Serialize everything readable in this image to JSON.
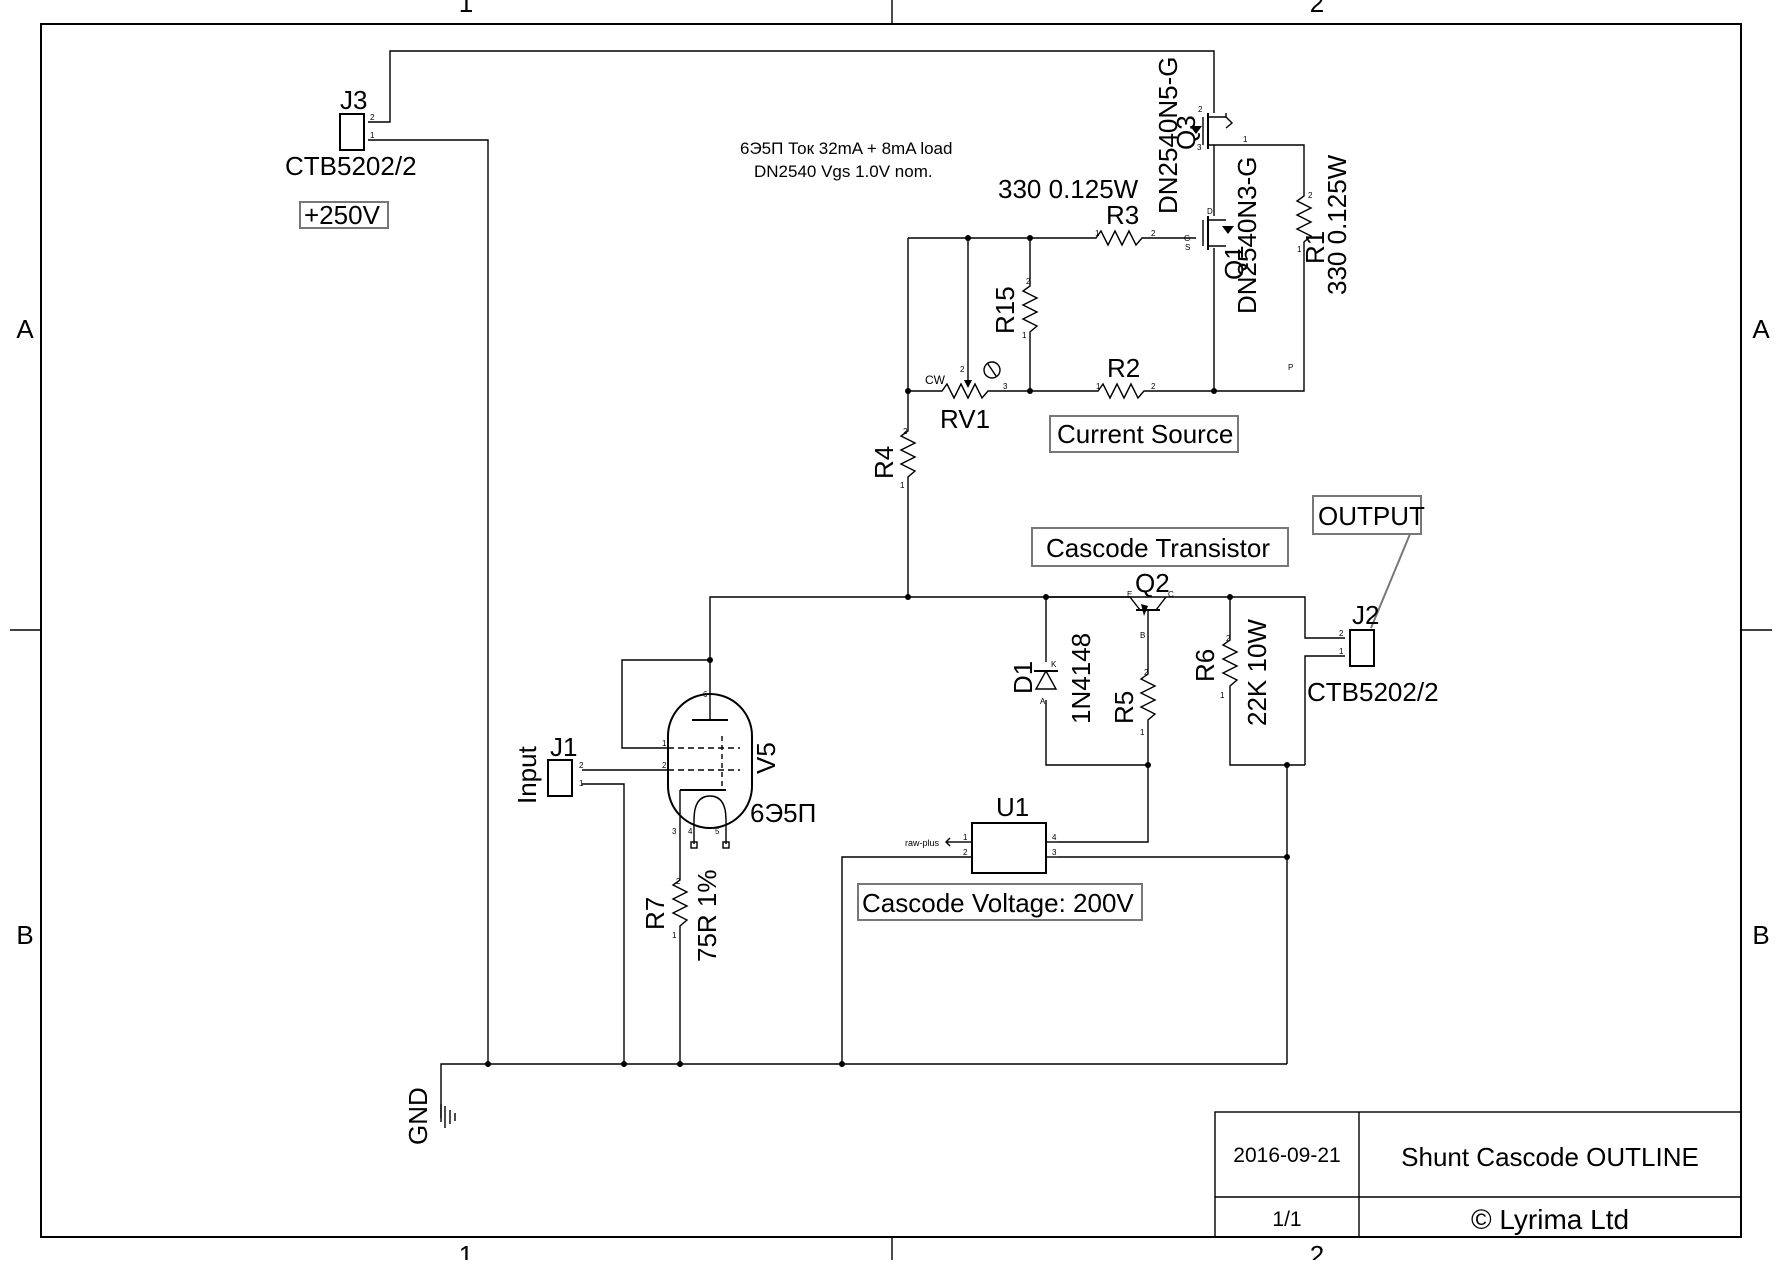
{
  "sheet": {
    "columns": [
      "1",
      "2"
    ],
    "rows": [
      "A",
      "B"
    ],
    "title_block": {
      "date": "2016-09-21",
      "title": "Shunt Cascode OUTLINE",
      "sheet": "1/1",
      "company": "© Lyrima Ltd"
    }
  },
  "notes": {
    "line1": "6Э5П Ток 32mA + 8mA load",
    "line2": "DN2540 Vgs 1.0V nom."
  },
  "boxes": {
    "supply": "+250V",
    "current_source": "Current Source",
    "cascode_transistor": "Cascode Transistor",
    "output": "OUTPUT",
    "cascode_voltage": "Cascode Voltage: 200V"
  },
  "components": {
    "J3": {
      "ref": "J3",
      "value": "CTB5202/2"
    },
    "J1": {
      "ref": "J1",
      "value": "Input"
    },
    "J2": {
      "ref": "J2",
      "value": "CTB5202/2"
    },
    "Q3": {
      "ref": "Q3",
      "value": "DN2540N5-G"
    },
    "Q1": {
      "ref": "Q1",
      "value": "DN2540N3-G"
    },
    "R1": {
      "ref": "R1",
      "value": "330 0.125W"
    },
    "R3": {
      "ref": "R3",
      "value": "330 0.125W"
    },
    "R15": {
      "ref": "R15"
    },
    "R2": {
      "ref": "R2"
    },
    "RV1": {
      "ref": "RV1",
      "pin_label": "CW"
    },
    "R4": {
      "ref": "R4"
    },
    "Q2": {
      "ref": "Q2"
    },
    "D1": {
      "ref": "D1",
      "value": "1N4148"
    },
    "R5": {
      "ref": "R5"
    },
    "R6": {
      "ref": "R6",
      "value": "22K 10W"
    },
    "V5": {
      "ref": "V5",
      "value": "6Э5П"
    },
    "R7": {
      "ref": "R7",
      "value": "75R 1%"
    },
    "U1": {
      "ref": "U1",
      "net": "raw-plus"
    },
    "GND": {
      "ref": "GND"
    }
  }
}
